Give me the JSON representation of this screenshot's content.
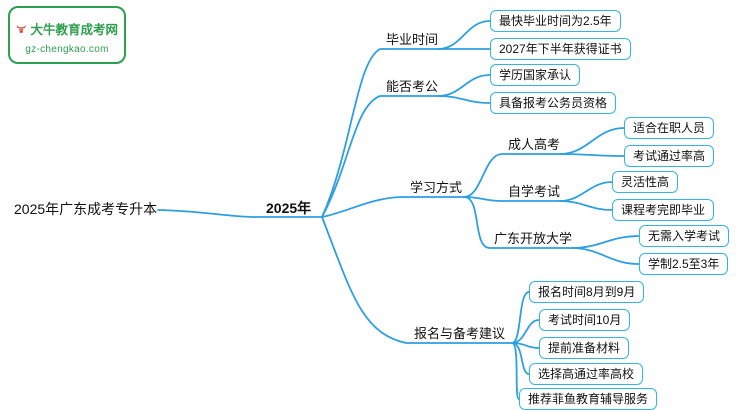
{
  "logo": {
    "title": "大牛教育成考网",
    "url": "gz-chengkao.com"
  },
  "colors": {
    "line_blue": "#2e9fe0",
    "box_border": "#35b3e2",
    "brand_green": "#2e9e4f",
    "bull_red": "#d8402f"
  },
  "mindmap": {
    "root": "2025年广东成考专升本",
    "center": "2025年",
    "branches": [
      {
        "label": "毕业时间",
        "leaves": [
          "最快毕业时间为2.5年",
          "2027年下半年获得证书"
        ]
      },
      {
        "label": "能否考公",
        "leaves": [
          "学历国家承认",
          "具备报考公务员资格"
        ]
      },
      {
        "label": "学习方式",
        "children": [
          {
            "label": "成人高考",
            "leaves": [
              "适合在职人员",
              "考试通过率高"
            ]
          },
          {
            "label": "自学考试",
            "leaves": [
              "灵活性高",
              "课程考完即毕业"
            ]
          },
          {
            "label": "广东开放大学",
            "leaves": [
              "无需入学考试",
              "学制2.5至3年"
            ]
          }
        ]
      },
      {
        "label": "报名与备考建议",
        "leaves": [
          "报名时间8月到9月",
          "考试时间10月",
          "提前准备材料",
          "选择高通过率高校",
          "推荐菲鱼教育辅导服务"
        ]
      }
    ]
  }
}
